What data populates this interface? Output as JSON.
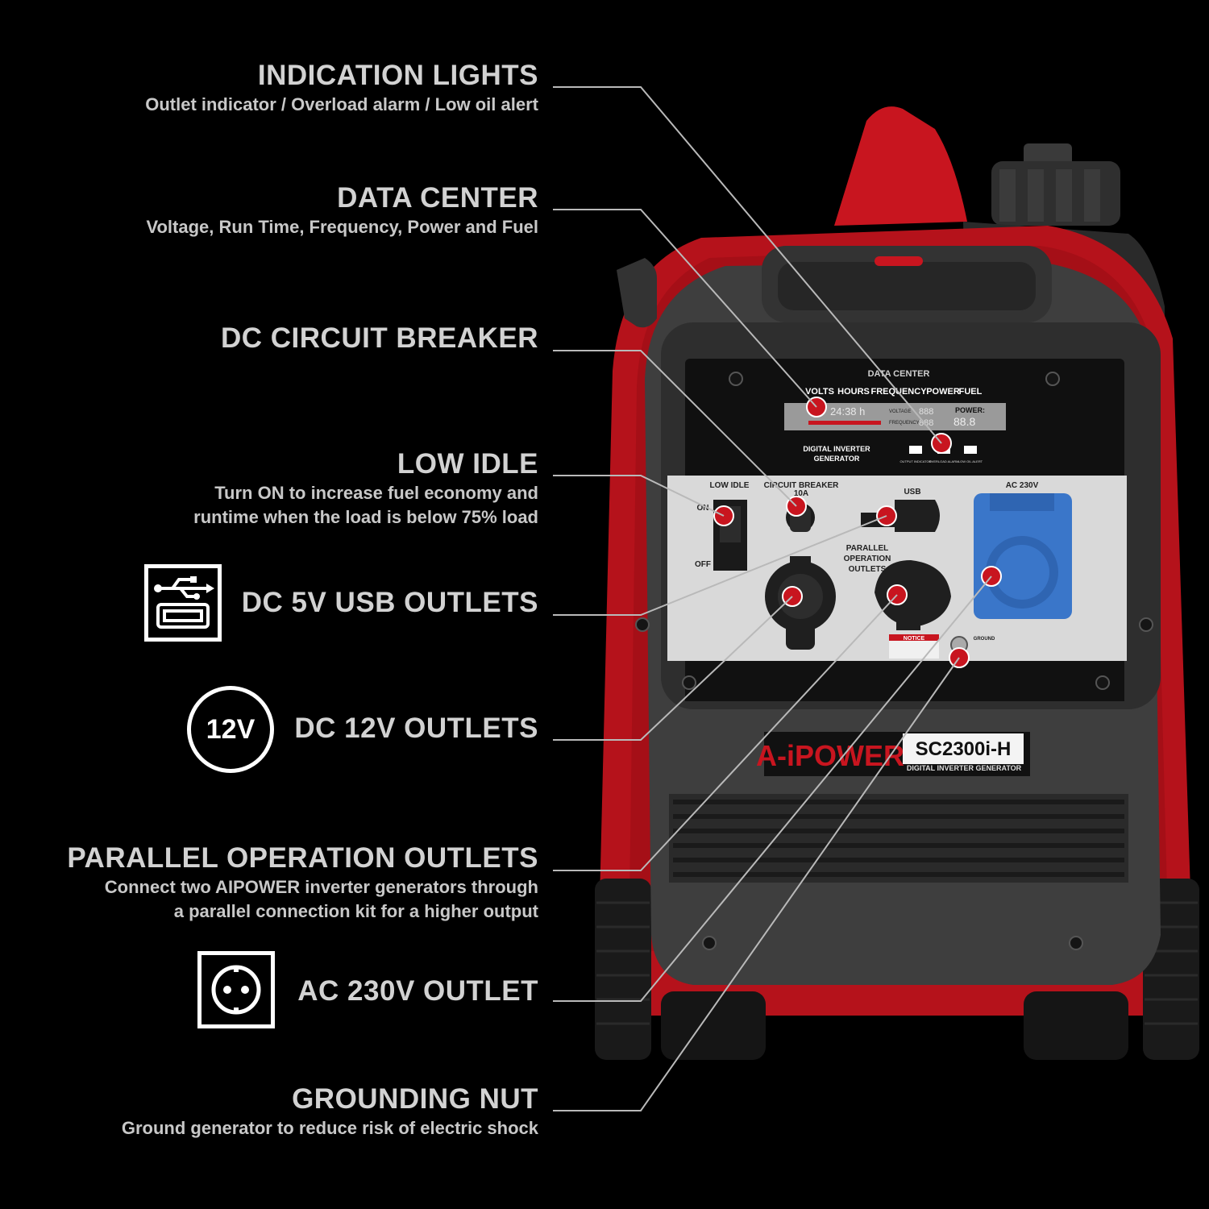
{
  "callouts": {
    "indication_lights": {
      "title": "INDICATION LIGHTS",
      "subtitle": "Outlet indicator / Overload alarm / Low oil alert"
    },
    "data_center": {
      "title": "DATA CENTER",
      "subtitle": "Voltage, Run Time, Frequency, Power and Fuel"
    },
    "dc_circuit_breaker": {
      "title": "DC CIRCUIT BREAKER"
    },
    "low_idle": {
      "title": "LOW IDLE",
      "subtitle_line1": "Turn ON to increase fuel economy and",
      "subtitle_line2": "runtime when the load is below 75% load"
    },
    "usb": {
      "title": "DC 5V USB OUTLETS"
    },
    "dc12": {
      "title": "DC 12V OUTLETS",
      "badge": "12V"
    },
    "parallel": {
      "title": "PARALLEL OPERATION OUTLETS",
      "subtitle_line1": "Connect two AIPOWER inverter generators through",
      "subtitle_line2": "a parallel connection kit for a higher output"
    },
    "ac": {
      "title": "AC 230V OUTLET"
    },
    "grounding": {
      "title": "GROUNDING NUT",
      "subtitle": "Ground generator to reduce risk of electric shock"
    }
  },
  "panel": {
    "data_center_label": "DATA CENTER",
    "tabs": [
      "VOLTS",
      "HOURS",
      "FREQUENCY",
      "POWER",
      "FUEL"
    ],
    "lcd_hours": "24:38 h",
    "lcd_voltage_label": "VOLTAGE",
    "lcd_frequency_label": "FREQUENCY",
    "lcd_voltage": "888",
    "lcd_frequency": "888",
    "lcd_power_label": "POWER:",
    "lcd_power": "88.8",
    "digital_label_1": "DIGITAL INVERTER",
    "digital_label_2": "GENERATOR",
    "ind_output": "OUTPUT INDICATOR",
    "ind_overload": "OVERLOAD ALARM",
    "ind_lowoil": "LOW OIL ALERT",
    "low_idle": "LOW IDLE",
    "on": "ON",
    "off": "OFF",
    "breaker_1": "CIRCUIT BREAKER",
    "breaker_2": "10A",
    "usb": "USB",
    "ac230": "AC 230V",
    "parallel_1": "PARALLEL",
    "parallel_2": "OPERATION",
    "parallel_3": "OUTLETS",
    "notice": "NOTICE",
    "ground": "GROUND"
  },
  "branding": {
    "logo": "A-iPOWER",
    "model": "SC2300i-H",
    "model_sub": "DIGITAL INVERTER GENERATOR"
  },
  "colors": {
    "accent_red": "#c8151f",
    "ac_blue": "#3a76c9",
    "text": "#d2d2d2"
  }
}
